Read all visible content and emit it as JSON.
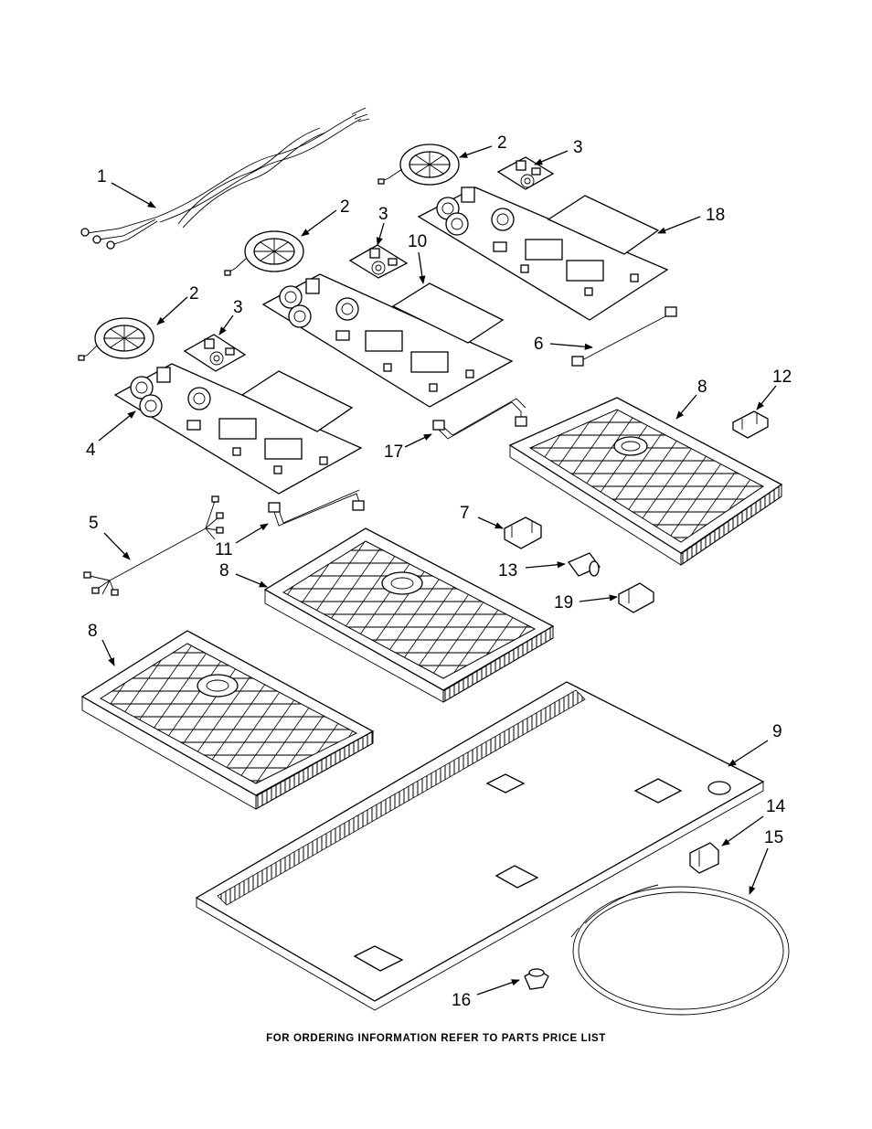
{
  "footer_text": "FOR ORDERING INFORMATION REFER TO PARTS PRICE LIST",
  "callouts": [
    "1",
    "2",
    "3",
    "18",
    "2",
    "3",
    "10",
    "2",
    "3",
    "4",
    "6",
    "8",
    "12",
    "17",
    "5",
    "11",
    "7",
    "8",
    "13",
    "19",
    "8",
    "9",
    "14",
    "15",
    "16"
  ]
}
